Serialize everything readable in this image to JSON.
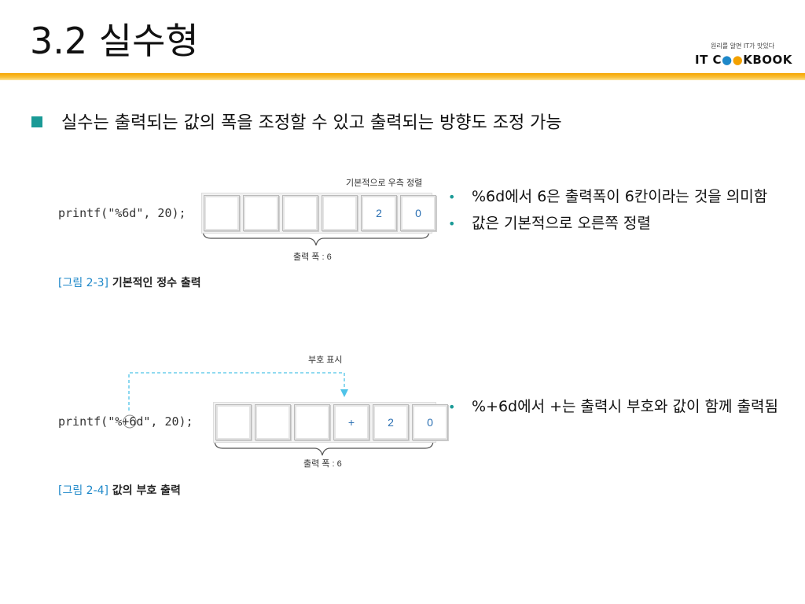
{
  "slide": {
    "title": "3.2 실수형"
  },
  "logo": {
    "tagline": "원리를 알면 IT가 맛있다",
    "mark_pre": "IT C",
    "mark_post": "KBOOK"
  },
  "main_bullet": "실수는 출력되는 값의 폭을 조정할 수 있고 출력되는 방향도 조정 가능",
  "figure1": {
    "code": "printf(\"%6d\", 20);",
    "top_label": "기본적으로 우측 정렬",
    "cells": [
      "",
      "",
      "",
      "",
      "2",
      "0"
    ],
    "width_label": "출력 폭 : 6",
    "caption_num": "[그림 2-3]",
    "caption_text": " 기본적인 정수 출력",
    "notes": [
      "%6d에서 6은 출력폭이 6칸이라는 것을 의미함",
      "값은 기본적으로 오른쪽 정렬"
    ]
  },
  "figure2": {
    "code_pre": "printf(\"%",
    "code_mark": "+",
    "code_post": "6d\", 20);",
    "top_label": "부호 표시",
    "cells": [
      "",
      "",
      "",
      "+",
      "2",
      "0"
    ],
    "width_label": "출력 폭 : 6",
    "caption_num": "[그림 2-4]",
    "caption_text": " 값의 부호 출력",
    "notes": [
      "%+6d에서 +는 출력시 부호와 값이 함께 출력됨"
    ]
  },
  "colors": {
    "accent": "#f6a500",
    "bullet": "#1a9a96",
    "figure_num": "#1e88c9",
    "arrow": "#4fc3e8"
  }
}
